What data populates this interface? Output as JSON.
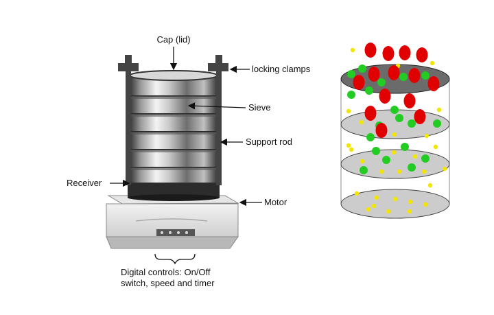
{
  "labels": {
    "cap": "Cap (lid)",
    "clamps": "locking clamps",
    "sieve": "Sieve",
    "support_rod": "Support rod",
    "receiver": "Receiver",
    "motor": "Motor",
    "controls_line1": "Digital controls: On/Off",
    "controls_line2": "switch, speed and timer"
  },
  "colors": {
    "large_particle": "#e00000",
    "medium_particle": "#22cc22",
    "small_particle": "#f2e600",
    "sieve_disc": "#cccccc"
  },
  "illustration": {
    "sieve_tiers": 4,
    "particle_kinds": [
      "large",
      "medium",
      "small"
    ]
  }
}
